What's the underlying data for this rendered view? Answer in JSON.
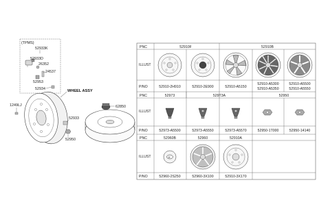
{
  "callouts": {
    "tpms": "(TPMS)",
    "p52933K": "52933K",
    "p52933D": "52933D",
    "p26352": "26352",
    "p24537": "24537",
    "p52953": "52953",
    "p52934": "52934",
    "wheel_assy": "WHEEL ASSY",
    "p1249LJ": "1249LJ",
    "p52933": "52933",
    "p52950": "52950",
    "p62850": "62850"
  },
  "table": {
    "row_headers": {
      "pnc": "PNC",
      "illust": "ILLUST",
      "pno": "P/NO"
    },
    "section1": {
      "pnc_groups": [
        "52910F",
        "52910B"
      ],
      "pnos": [
        "52910-2H910",
        "52910-2E900",
        "52910-A5150",
        "52910-A5300\n52910-A5350",
        "52910-A5500\n52910-A5550"
      ]
    },
    "section2": {
      "pnc_groups": [
        "52973",
        "529T3A",
        "52950"
      ],
      "pnos": [
        "52973-A5500",
        "52973-A5550",
        "52973-A5570",
        "52950-1T000",
        "52950-14140"
      ]
    },
    "section3": {
      "pnc_groups": [
        "52960B",
        "52960",
        "52910A"
      ],
      "pnos": [
        "52960-2S250",
        "52960-3X100",
        "52910-3X170"
      ]
    }
  }
}
